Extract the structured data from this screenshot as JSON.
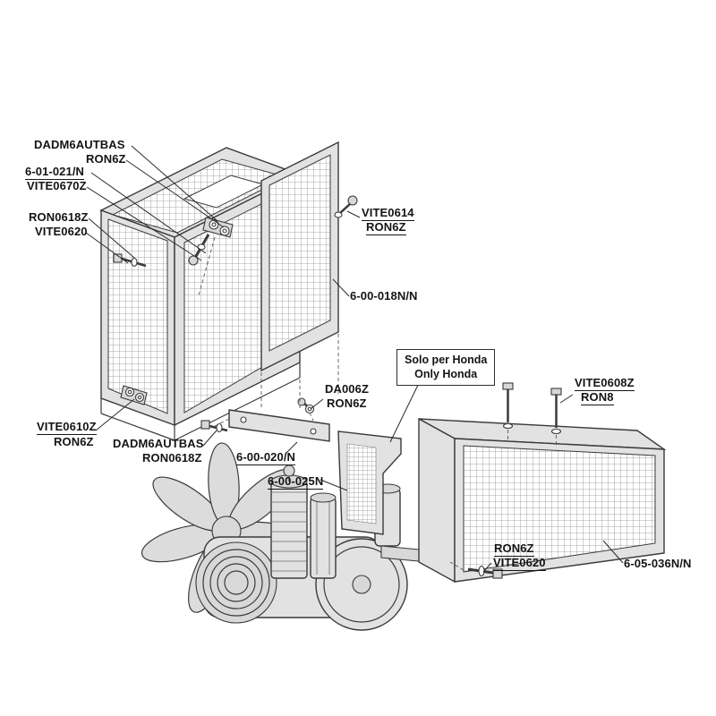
{
  "diagram": {
    "title": "compressor-guard-exploded-parts-diagram",
    "note_box": {
      "line1": "Solo per Honda",
      "line2": "Only Honda"
    },
    "labels": [
      {
        "id": "dadm6autbas-top",
        "text": "DADM6AUTBAS"
      },
      {
        "id": "ron6z-top",
        "text": "RON6Z"
      },
      {
        "id": "6-01-021n",
        "text": "6-01-021/N"
      },
      {
        "id": "vite0670z",
        "text": "VITE0670Z"
      },
      {
        "id": "ron0618z-top",
        "text": "RON0618Z"
      },
      {
        "id": "vite0620-top",
        "text": "VITE0620"
      },
      {
        "id": "vite0614",
        "text": "VITE0614"
      },
      {
        "id": "ron6z-right",
        "text": "RON6Z"
      },
      {
        "id": "6-00-018nn",
        "text": "6-00-018N/N"
      },
      {
        "id": "da006z",
        "text": "DA006Z"
      },
      {
        "id": "ron6z-mid",
        "text": "RON6Z"
      },
      {
        "id": "vite0608z",
        "text": "VITE0608Z"
      },
      {
        "id": "ron8",
        "text": "RON8"
      },
      {
        "id": "vite0610z",
        "text": "VITE0610Z"
      },
      {
        "id": "ron6z-left",
        "text": "RON6Z"
      },
      {
        "id": "dadm6autbas-bot",
        "text": "DADM6AUTBAS"
      },
      {
        "id": "ron0618z-bot",
        "text": "RON0618Z"
      },
      {
        "id": "6-00-020n",
        "text": "6-00-020/N"
      },
      {
        "id": "6-00-025n",
        "text": "6-00-025N"
      },
      {
        "id": "ron6z-bottom",
        "text": "RON6Z"
      },
      {
        "id": "vite0620-bottom",
        "text": "VITE0620"
      },
      {
        "id": "6-05-036nn",
        "text": "6-05-036N/N"
      }
    ],
    "colors": {
      "line": "#3a3a3a",
      "panel_fill": "#e2e2e2",
      "mesh": "#8f8f8f"
    }
  }
}
